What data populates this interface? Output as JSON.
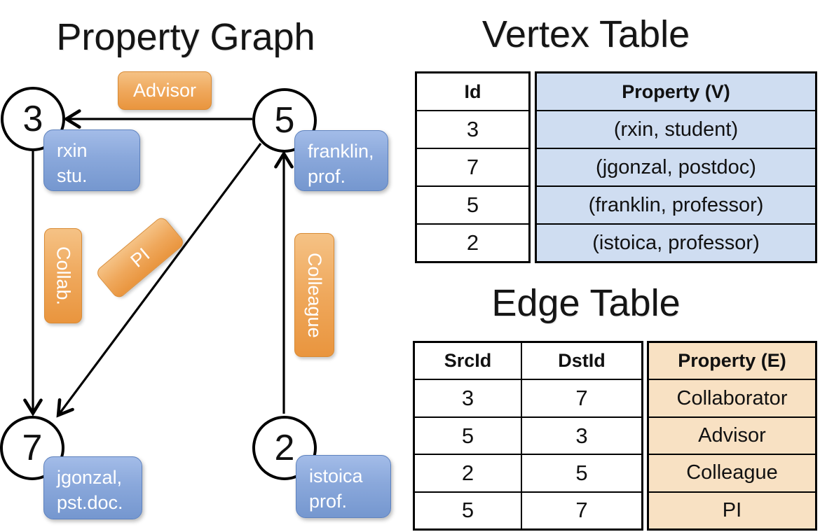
{
  "graph": {
    "title": "Property Graph",
    "nodes": [
      {
        "id": "3",
        "label_line1": "rxin",
        "label_line2": "stu."
      },
      {
        "id": "5",
        "label_line1": "franklin,",
        "label_line2": "prof."
      },
      {
        "id": "7",
        "label_line1": "jgonzal,",
        "label_line2": "pst.doc."
      },
      {
        "id": "2",
        "label_line1": "istoica",
        "label_line2": "prof."
      }
    ],
    "edge_labels": [
      "Advisor",
      "Collab.",
      "PI",
      "Colleague"
    ]
  },
  "vertex_table": {
    "title": "Vertex Table",
    "columns": [
      "Id",
      "Property (V)"
    ],
    "rows": [
      [
        "3",
        "(rxin, student)"
      ],
      [
        "7",
        "(jgonzal, postdoc)"
      ],
      [
        "5",
        "(franklin, professor)"
      ],
      [
        "2",
        "(istoica, professor)"
      ]
    ]
  },
  "edge_table": {
    "title": "Edge Table",
    "columns": [
      "SrcId",
      "DstId",
      "Property (E)"
    ],
    "rows": [
      [
        "3",
        "7",
        "Collaborator"
      ],
      [
        "5",
        "3",
        "Advisor"
      ],
      [
        "2",
        "5",
        "Colleague"
      ],
      [
        "5",
        "7",
        "PI"
      ]
    ]
  },
  "colors": {
    "edge_label_orange_light": "#f5c285",
    "edge_label_orange_dark": "#e9953e",
    "vertex_label_blue_light": "#a3bce8",
    "vertex_label_blue_dark": "#7597cf",
    "vertex_property_fill": "#cfddf1",
    "edge_property_fill": "#f8e1c3",
    "line_color": "#000000"
  }
}
